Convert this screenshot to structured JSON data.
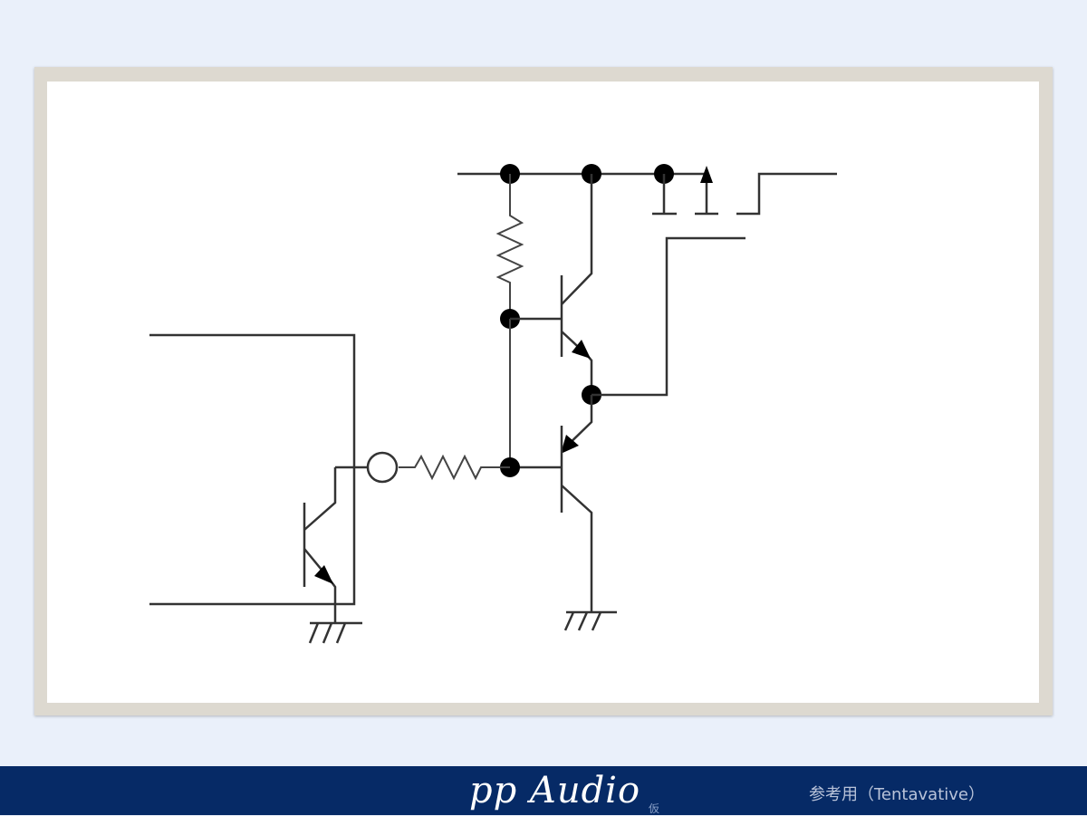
{
  "footer": {
    "brand": "pp Audio",
    "brand_mark": "仮",
    "note": "参考用（Tentavative）"
  },
  "colors": {
    "background": "#eaf0fa",
    "footer": "#062a66",
    "wire": "#333333"
  }
}
